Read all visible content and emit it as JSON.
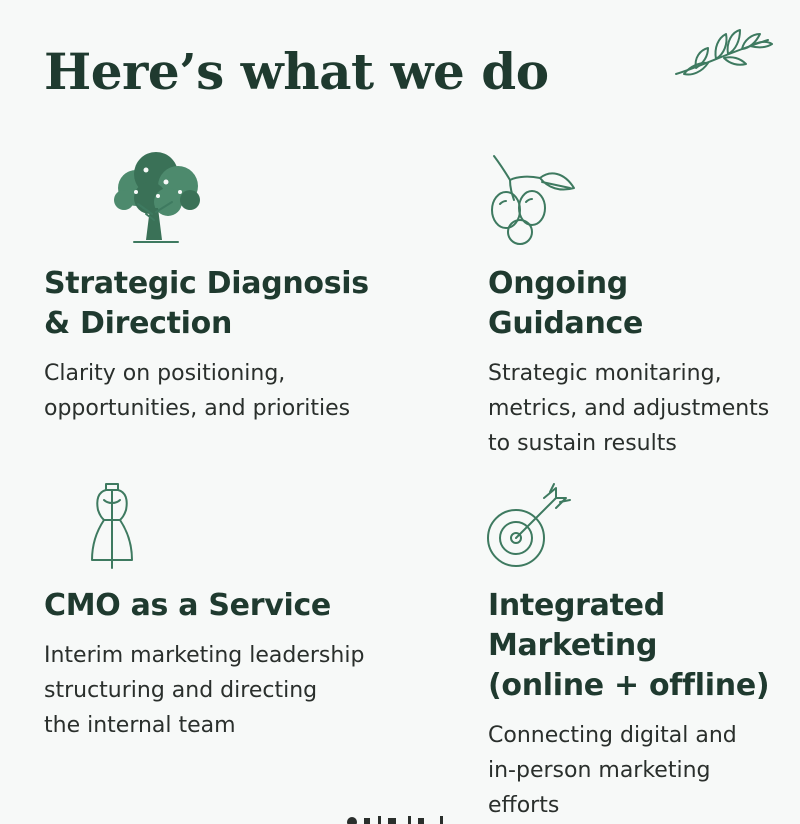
{
  "title": "Here’s what we do",
  "colors": {
    "heading": "#1f3a2f",
    "body_text": "#2a2f2c",
    "icon_stroke": "#3e7a60",
    "background": "#f7f9f8"
  },
  "decorations": {
    "top_right_icon": "olive-branch-icon"
  },
  "services": [
    {
      "icon": "tree-icon",
      "title_lines": [
        "Strategic Diagnosis",
        "& Direction"
      ],
      "description_lines": [
        "Clarity on positioning,",
        "opportunities, and priorities"
      ]
    },
    {
      "icon": "olives-icon",
      "title_lines": [
        "Ongoing",
        "Guidance"
      ],
      "description_lines": [
        "Strategic monitaring,",
        "metrics, and adjustments",
        "to sustain results"
      ]
    },
    {
      "icon": "dress-form-icon",
      "title_lines": [
        "CMO as a Service"
      ],
      "description_lines": [
        "Interim marketing leadership",
        "structuring and directing",
        "the internal team"
      ]
    },
    {
      "icon": "target-arrow-icon",
      "title_lines": [
        "Integrated",
        "Marketing",
        "(online + offline)"
      ],
      "description_lines": [
        "Connecting digital and",
        "in-person marketing",
        "efforts"
      ]
    }
  ]
}
